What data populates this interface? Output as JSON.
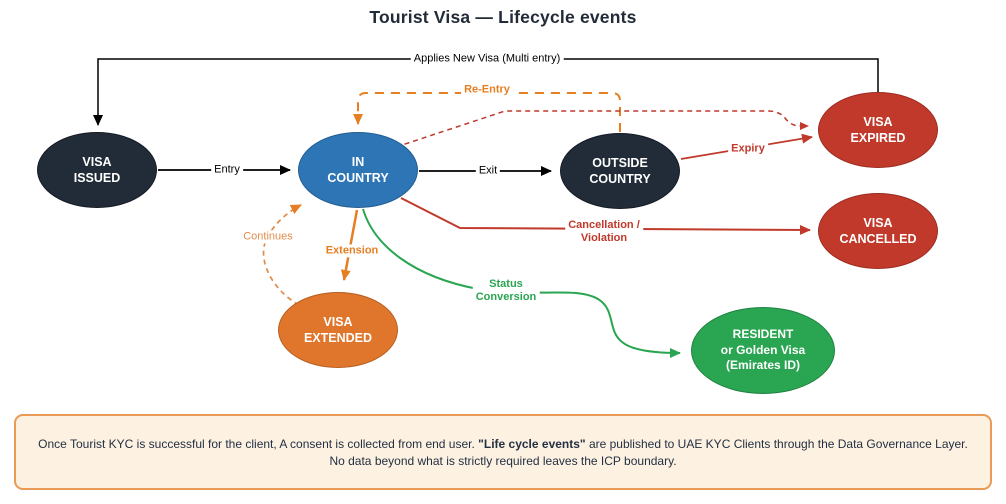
{
  "title": "Tourist Visa — Lifecycle events",
  "nodes": {
    "visa_issued": {
      "label": "VISA\nISSUED",
      "color": "#222b38"
    },
    "in_country": {
      "label": "IN\nCOUNTRY",
      "color": "#2e75b6"
    },
    "outside_country": {
      "label": "OUTSIDE\nCOUNTRY",
      "color": "#222b38"
    },
    "visa_expired": {
      "label": "VISA\nEXPIRED",
      "color": "#c0392b"
    },
    "visa_cancelled": {
      "label": "VISA\nCANCELLED",
      "color": "#c0392b"
    },
    "visa_extended": {
      "label": "VISA\nEXTENDED",
      "color": "#e0762b"
    },
    "resident": {
      "label": "RESIDENT\nor Golden Visa\n(Emirates ID)",
      "color": "#2aa551"
    }
  },
  "edges": {
    "applies_new_visa": {
      "from": "visa_expired",
      "to": "visa_issued",
      "label": "Applies New Visa (Multi entry)",
      "color": "#000000",
      "style": "solid"
    },
    "entry": {
      "from": "visa_issued",
      "to": "in_country",
      "label": "Entry",
      "color": "#000000",
      "style": "solid"
    },
    "exit": {
      "from": "in_country",
      "to": "outside_country",
      "label": "Exit",
      "color": "#000000",
      "style": "solid"
    },
    "re_entry": {
      "from": "outside_country",
      "to": "in_country",
      "label": "Re-Entry",
      "color": "#e67e22",
      "style": "dashed"
    },
    "expiry": {
      "from": "outside_country",
      "to": "visa_expired",
      "label": "Expiry",
      "color": "#c0392b",
      "style": "solid"
    },
    "in_country_expiry": {
      "from": "in_country",
      "to": "visa_expired",
      "label": "",
      "color": "#c0392b",
      "style": "dashed"
    },
    "cancellation": {
      "from": "in_country",
      "to": "visa_cancelled",
      "label": "Cancellation /\nViolation",
      "color": "#c0392b",
      "style": "solid"
    },
    "extension": {
      "from": "in_country",
      "to": "visa_extended",
      "label": "Extension",
      "color": "#e67e22",
      "style": "solid"
    },
    "continues": {
      "from": "visa_extended",
      "to": "in_country",
      "label": "Continues",
      "color": "#e08c4d",
      "style": "dashed"
    },
    "status_conversion": {
      "from": "in_country",
      "to": "resident",
      "label": "Status\nConversion",
      "color": "#2aa551",
      "style": "solid"
    }
  },
  "note": {
    "line1_pre": "Once Tourist KYC is successful for the client, A consent is collected from end user. ",
    "line1_bold": "\"Life cycle events\"",
    "line1_post": " are published to UAE KYC Clients through the Data Governance Layer.",
    "line2": "No data beyond what is strictly required leaves the ICP boundary.",
    "background": "#fdf1e2",
    "border_color": "#ea9a57"
  },
  "colors": {
    "navy": "#222b38",
    "blue": "#2e75b6",
    "red": "#c0392b",
    "orange": "#e0762b",
    "green": "#2aa551",
    "black": "#000000",
    "background": "#ffffff"
  }
}
